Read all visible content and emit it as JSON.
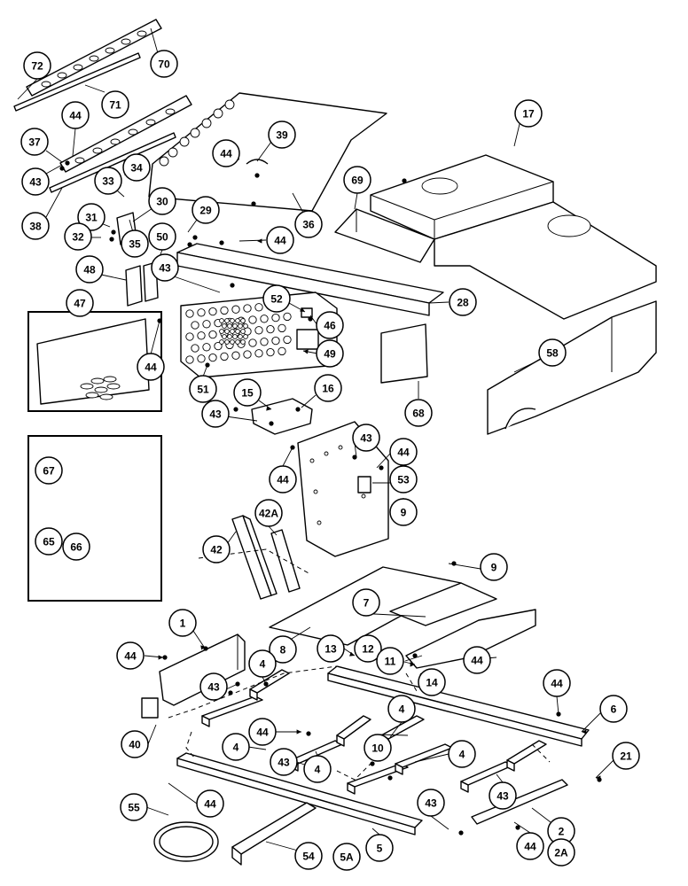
{
  "diagram": {
    "labels": [
      "72",
      "70",
      "71",
      "44",
      "37",
      "43",
      "38",
      "39",
      "17",
      "34",
      "33",
      "30",
      "44",
      "36",
      "29",
      "31",
      "32",
      "35",
      "69",
      "50",
      "43",
      "44",
      "48",
      "47",
      "52",
      "28",
      "46",
      "49",
      "44",
      "51",
      "58",
      "15",
      "16",
      "68",
      "43",
      "43",
      "44",
      "44",
      "53",
      "67",
      "65",
      "66",
      "9",
      "42A",
      "42",
      "9",
      "7",
      "8",
      "1",
      "44",
      "13",
      "12",
      "11",
      "44",
      "4",
      "43",
      "14",
      "44",
      "6",
      "40",
      "44",
      "4",
      "10",
      "4",
      "4",
      "43",
      "4",
      "43",
      "21",
      "44",
      "43",
      "55",
      "2",
      "2A",
      "44",
      "54",
      "5",
      "5A"
    ]
  }
}
